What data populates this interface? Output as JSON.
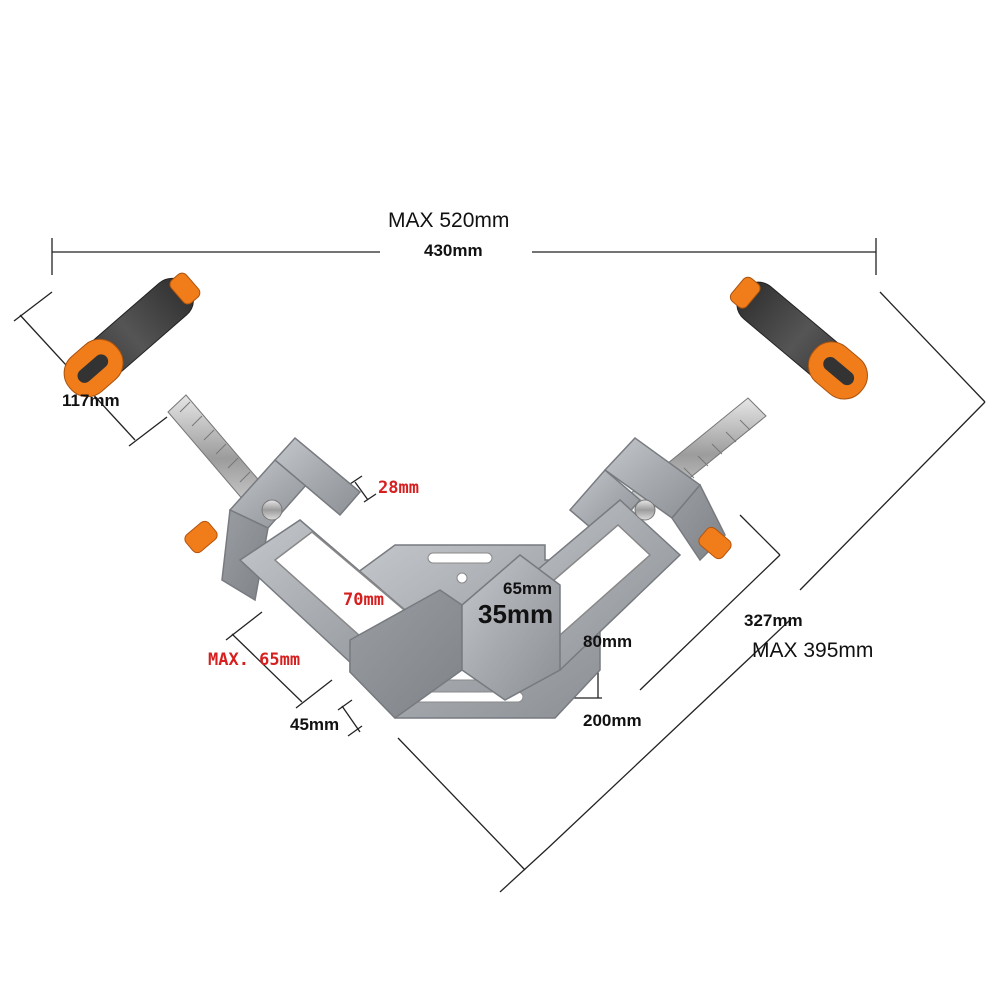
{
  "dimensions": {
    "overall_width_max": "MAX 520mm",
    "overall_width": "430mm",
    "handle_length": "117mm",
    "jaw_depth": "28mm",
    "jaw_opening": "70mm",
    "max_capacity": "MAX. 65mm",
    "jaw_height": "45mm",
    "inner_depth": "65mm",
    "corner_gap": "35mm",
    "base_height": "80mm",
    "base_width": "200mm",
    "side_length": "327mm",
    "side_length_max": "MAX 395mm"
  },
  "colors": {
    "body": "#a9adb2",
    "handle": "#4a4a4a",
    "accent_orange": "#f07c1a",
    "dimension_red": "#d61f1f",
    "line": "#222222"
  }
}
